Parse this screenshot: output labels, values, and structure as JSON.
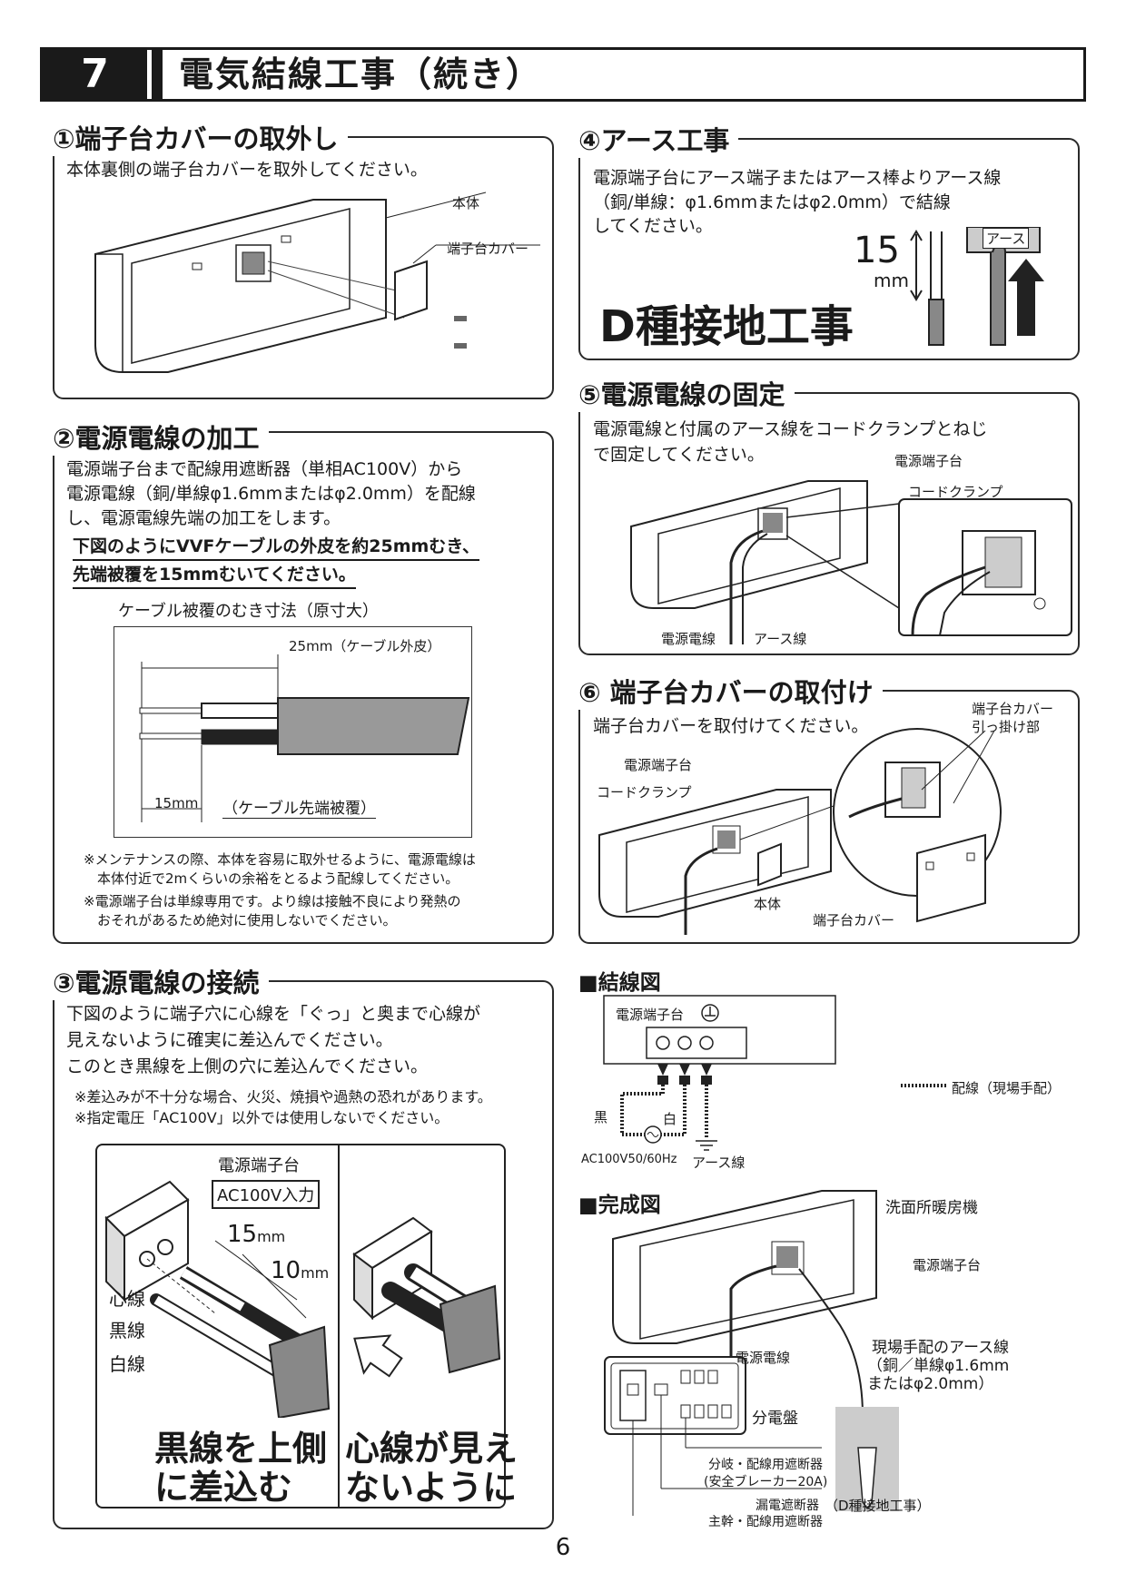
{
  "banner": {
    "number": "7",
    "title": "電気結線工事（続き）"
  },
  "s1": {
    "heading": "①端子台カバーの取外し",
    "text": "本体裏側の端子台カバーを取外してください。",
    "label_body": "本体",
    "label_cover": "端子台カバー"
  },
  "s2": {
    "heading": "②電源電線の加工",
    "lines": [
      "電源端子台まで配線用遮断器（単相AC100V）から",
      "電源電線（銅/単線φ1.6mmまたはφ2.0mm）を配線",
      "し、電源電線先端の加工をします。"
    ],
    "bold_lines": [
      "下図のようにVVFケーブルの外皮を約25mmむき、",
      "先端被覆を15mmむいてください。"
    ],
    "diagram_title": "ケーブル被覆のむき寸法（原寸大）",
    "dim_25": "25mm（ケーブル外皮）",
    "dim_15": "15mm",
    "dim_15_note": "（ケーブル先端被覆）",
    "notes": [
      "※メンテナンスの際、本体を容易に取外せるように、電源電線は",
      "　本体付近で2mくらいの余裕をとるよう配線してください。",
      "※電源端子台は単線専用です。より線は接触不良により発熱の",
      "　おそれがあるため絶対に使用しないでください。"
    ]
  },
  "s3": {
    "heading": "③電源電線の接続",
    "lines": [
      "下図のように端子穴に心線を「ぐっ」と奥まで心線が",
      "見えないように確実に差込んでください。",
      "このとき黒線を上側の穴に差込んでください。"
    ],
    "notes": [
      "※差込みが不十分な場合、火災、焼損や過熱の恐れがあります。",
      "※指定電圧「AC100V」以外では使用しないでください。"
    ],
    "label_terminal": "電源端子台",
    "label_ac": "AC100V入力",
    "label_15": "15",
    "label_10": "10",
    "unit_mm": "mm",
    "label_core": "心線",
    "label_black": "黒線",
    "label_white": "白線",
    "caption_left": [
      "黒線を上側",
      "に差込む"
    ],
    "caption_right": [
      "心線が見え",
      "ないように"
    ]
  },
  "s4": {
    "heading": "④アース工事",
    "lines": [
      "電源端子台にアース端子またはアース棒よりアース線",
      "（銅/単線：φ1.6mmまたはφ2.0mm）で結線",
      "してください。"
    ],
    "dim_15": "15",
    "dim_unit": "mm",
    "label_earth": "アース",
    "big_text": "D種接地工事"
  },
  "s5": {
    "heading": "⑤電源電線の固定",
    "lines": [
      "電源電線と付属のアース線をコードクランプとねじ",
      "で固定してください。"
    ],
    "label_terminal": "電源端子台",
    "label_clamp": "コードクランプ",
    "label_power": "電源電線",
    "label_earth": "アース線"
  },
  "s6": {
    "heading": "⑥ 端子台カバーの取付け",
    "text": "端子台カバーを取付けてください。",
    "label_hook": [
      "端子台カバー",
      "引っ掛け部"
    ],
    "label_terminal": "電源端子台",
    "label_clamp": "コードクランプ",
    "label_body": "本体",
    "label_cover": "端子台カバー"
  },
  "wiring": {
    "heading": "■結線図",
    "label_terminal": "電源端子台",
    "label_black": "黒",
    "label_white": "白",
    "label_ac": "AC100V50/60Hz",
    "label_earth": "アース線",
    "legend": "配線（現場手配）"
  },
  "finished": {
    "heading": "■完成図",
    "label_heater": "洗面所暖房機",
    "label_terminal": "電源端子台",
    "label_earthwire": [
      "現場手配のアース線",
      "（銅／単線φ1.6mm",
      "またはφ2.0mm）"
    ],
    "label_power": "電源電線",
    "label_panel": "分電盤",
    "label_branch": [
      "分岐・配線用遮断器",
      "(安全ブレーカー20A)"
    ],
    "label_main": [
      "漏電遮断器",
      "主幹・配線用遮断器"
    ],
    "label_dtype": "（D種接地工事）"
  },
  "page_number": "6"
}
